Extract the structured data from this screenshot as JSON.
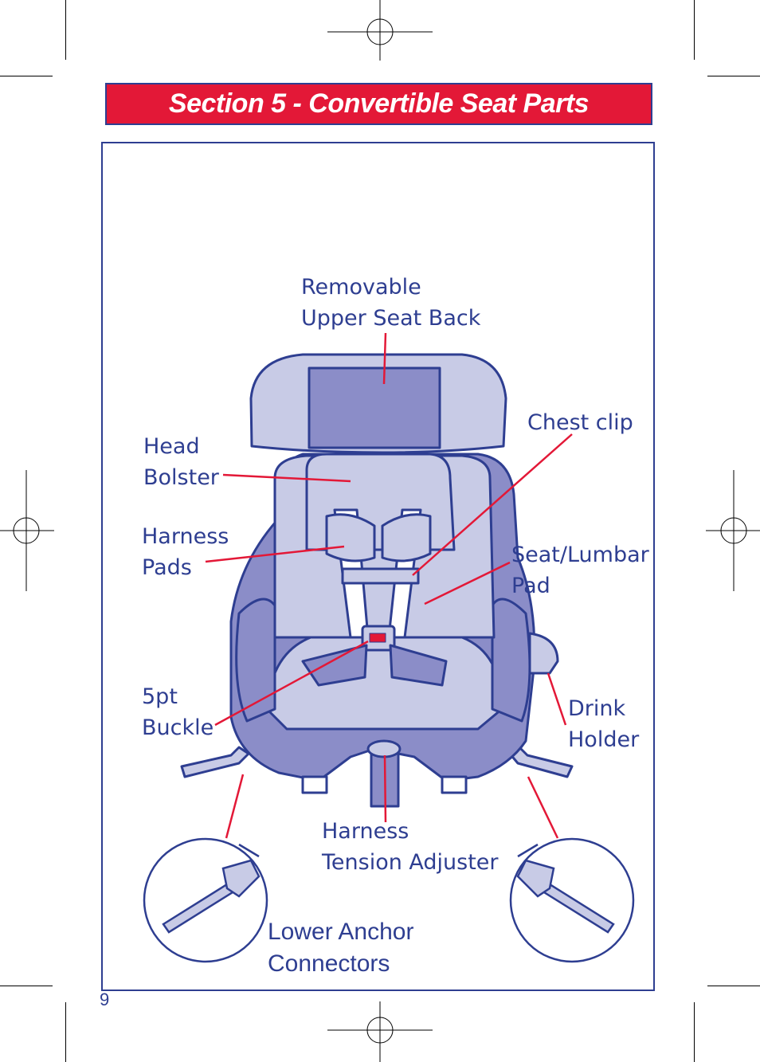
{
  "header": {
    "title": "Section 5 - Convertible Seat Parts"
  },
  "labels": {
    "removable_upper_seat_back": "Removable\nUpper Seat Back",
    "chest_clip": "Chest clip",
    "head_bolster": "Head\nBolster",
    "harness_pads": "Harness\nPads",
    "seat_lumbar_pad": "Seat/Lumbar\nPad",
    "drink_holder": "Drink\nHolder",
    "five_pt_buckle": "5pt\nBuckle",
    "harness_tension_adjuster": "Harness\nTension Adjuster",
    "lower_anchor_connectors": "Lower Anchor\nConnectors"
  },
  "page_number": "9",
  "colors": {
    "header_red": "#e31837",
    "brand_blue": "#2e3e91",
    "seat_dark": "#8b8dc8",
    "seat_light": "#c8cbe6",
    "leader_red": "#e31837"
  },
  "icons": {
    "crop_marks": "registration-target-icon",
    "seat": "convertible-car-seat-illustration",
    "connector": "lower-anchor-connector-icon"
  }
}
